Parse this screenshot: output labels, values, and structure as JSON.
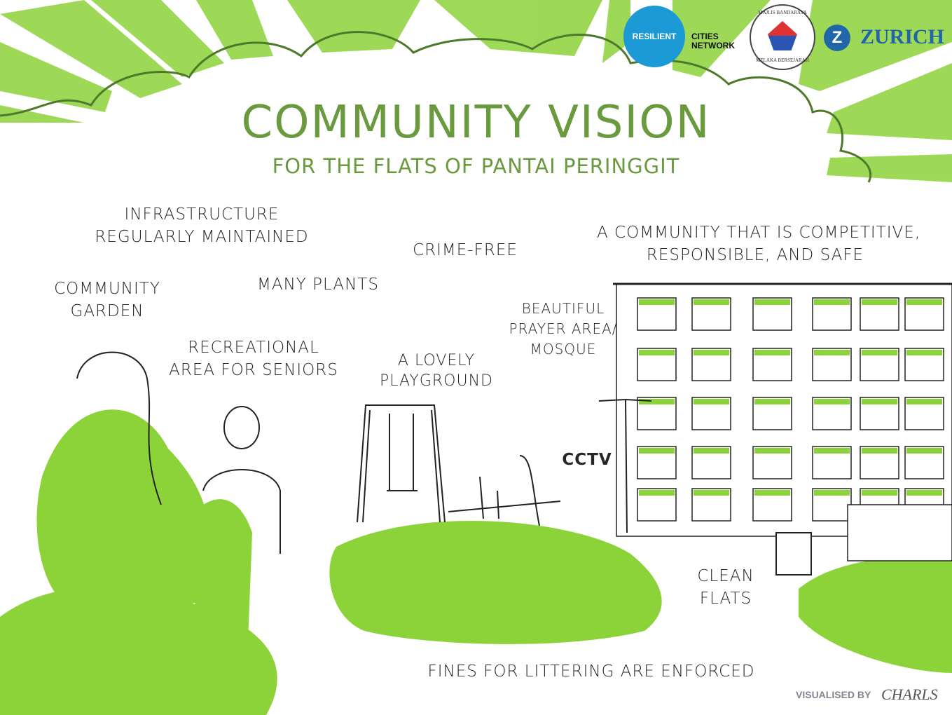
{
  "header": {
    "title": "COMMUNITY VISION",
    "subtitle": "FOR THE FLATS OF PANTAI PERINGGIT"
  },
  "logos": {
    "resilient": "RESILIENT",
    "cities_network": [
      "CITIES",
      "NETWORK"
    ],
    "seal_top": "MAJLIS BANDARAYA",
    "seal_bottom": "MELAKA BERSEJARAH",
    "zurich_mark": "Z",
    "zurich": "ZURICH"
  },
  "labels": {
    "infrastructure": [
      "INFRASTRUCTURE",
      "REGULARLY MAINTAINED"
    ],
    "garden": [
      "COMMUNITY",
      "GARDEN"
    ],
    "plants": [
      "MANY PLANTS"
    ],
    "crime": [
      "CRIME-FREE"
    ],
    "community": [
      "A COMMUNITY THAT IS COMPETITIVE,",
      "RESPONSIBLE, AND SAFE"
    ],
    "mosque": [
      "BEAUTIFUL",
      "PRAYER AREA/",
      "MOSQUE"
    ],
    "seniors": [
      "RECREATIONAL",
      "AREA FOR SENIORS"
    ],
    "playground": [
      "A LOVELY",
      "PLAYGROUND"
    ],
    "cctv": [
      "CCTV"
    ],
    "clean": [
      "CLEAN",
      "FLATS"
    ],
    "fines": [
      "FINES FOR LITTERING ARE ENFORCED"
    ]
  },
  "footer": {
    "credit": "VISUALISED BY",
    "signature": "CHARLS"
  },
  "colors": {
    "green": "#8cd33a",
    "title_green": "#6a9a3e",
    "rcn_blue": "#1b9ad6",
    "zurich_blue": "#2166a8"
  }
}
